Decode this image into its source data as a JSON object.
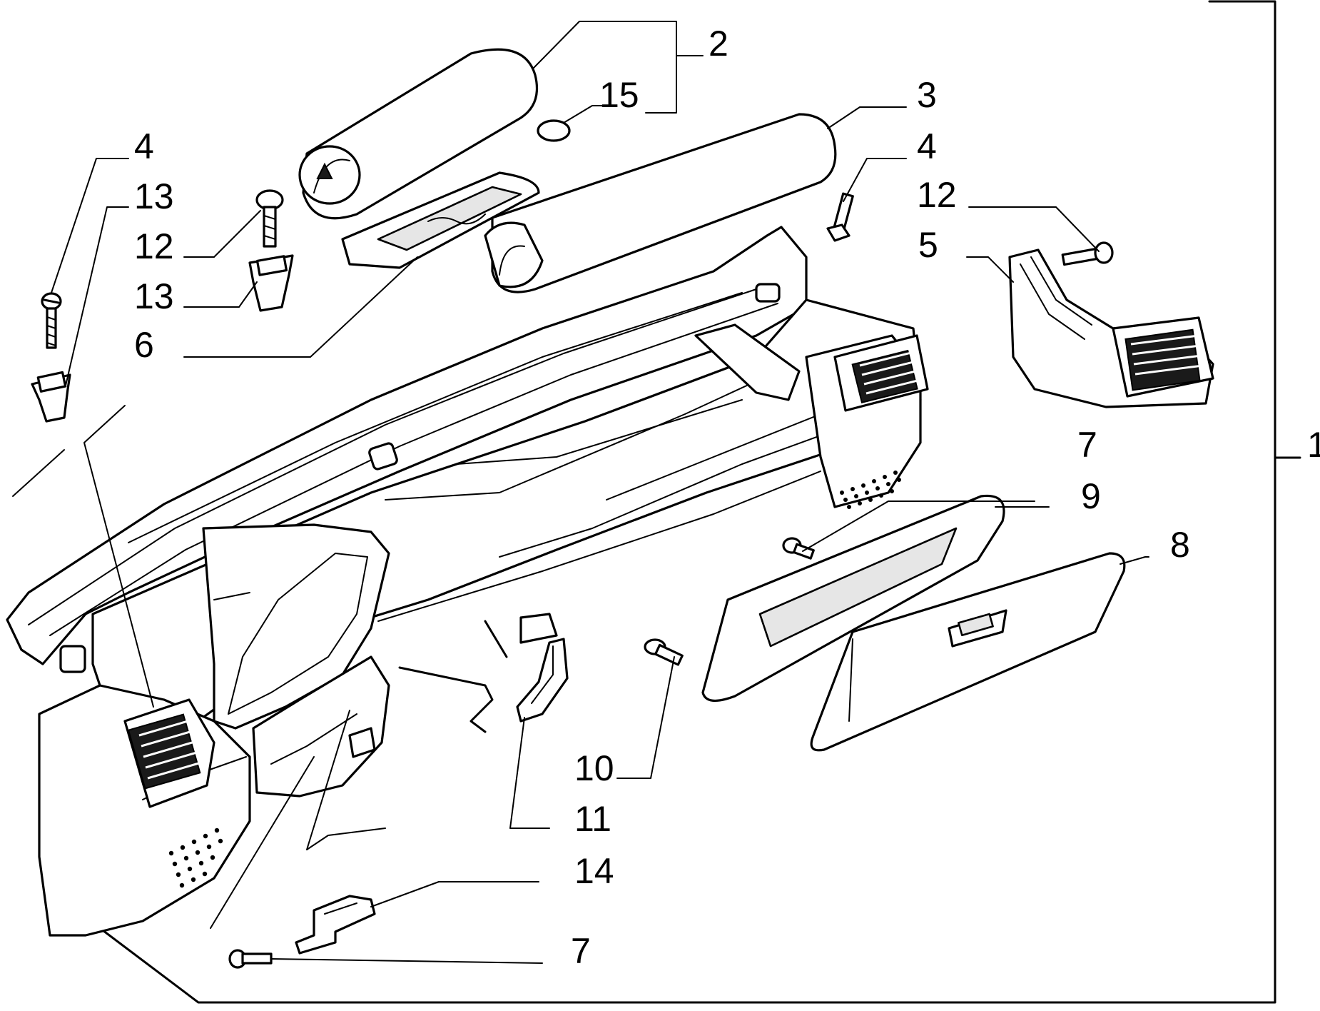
{
  "diagram": {
    "callouts": {
      "c1": "1",
      "c2": "2",
      "c3": "3",
      "c4a": "4",
      "c4b": "4",
      "c5": "5",
      "c6": "6",
      "c7a": "7",
      "c7b": "7",
      "c8": "8",
      "c9": "9",
      "c10": "10",
      "c11": "11",
      "c12a": "12",
      "c12b": "12",
      "c13a": "13",
      "c13b": "13",
      "c14": "14",
      "c15": "15"
    }
  }
}
